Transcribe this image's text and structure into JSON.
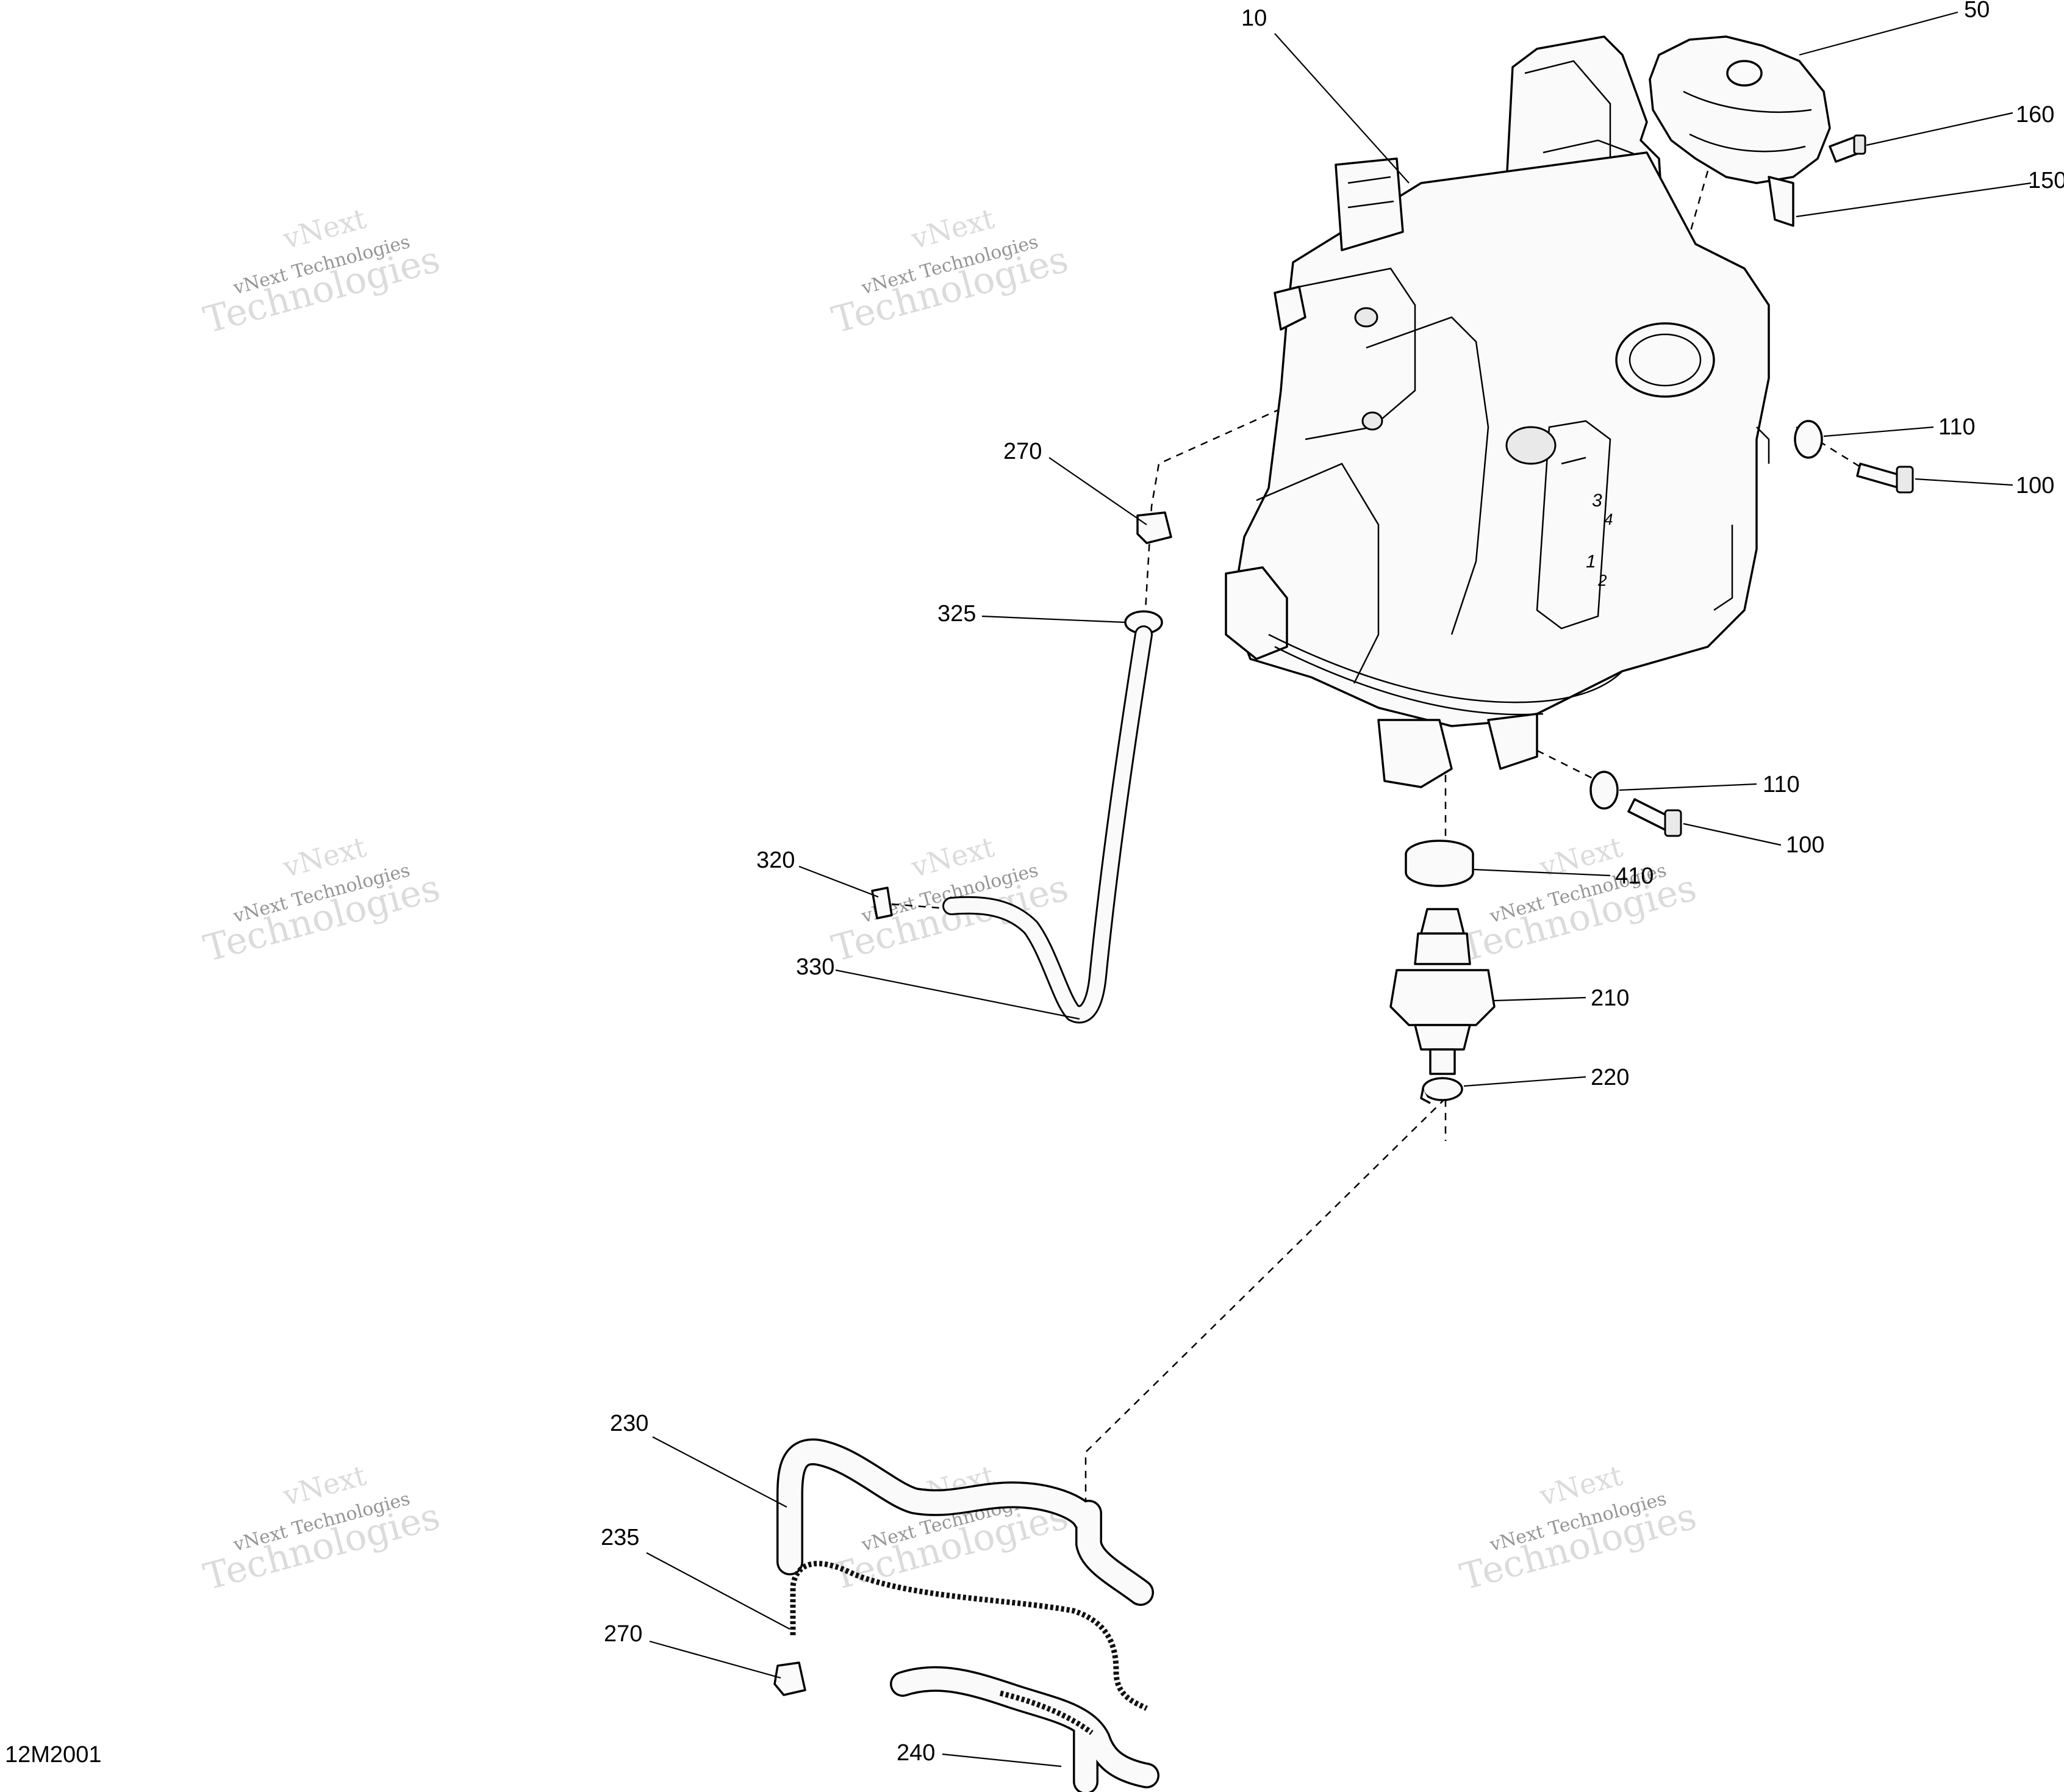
{
  "drawing_id": "12M2001",
  "watermark": {
    "line1": "vNext",
    "line2": "vNext Technologies",
    "line3": "Technologies"
  },
  "callouts": [
    {
      "id": "10",
      "label": "10"
    },
    {
      "id": "50",
      "label": "50"
    },
    {
      "id": "160",
      "label": "160"
    },
    {
      "id": "150",
      "label": "150"
    },
    {
      "id": "110a",
      "label": "110"
    },
    {
      "id": "100a",
      "label": "100"
    },
    {
      "id": "270a",
      "label": "270"
    },
    {
      "id": "325",
      "label": "325"
    },
    {
      "id": "110b",
      "label": "110"
    },
    {
      "id": "100b",
      "label": "100"
    },
    {
      "id": "410",
      "label": "410"
    },
    {
      "id": "320",
      "label": "320"
    },
    {
      "id": "330",
      "label": "330"
    },
    {
      "id": "210",
      "label": "210"
    },
    {
      "id": "220",
      "label": "220"
    },
    {
      "id": "230",
      "label": "230"
    },
    {
      "id": "235",
      "label": "235"
    },
    {
      "id": "270b",
      "label": "270"
    },
    {
      "id": "240",
      "label": "240"
    }
  ],
  "tank_marks": {
    "three_quarter_num": "3",
    "three_quarter_den": "4",
    "half_num": "1",
    "half_den": "2"
  }
}
